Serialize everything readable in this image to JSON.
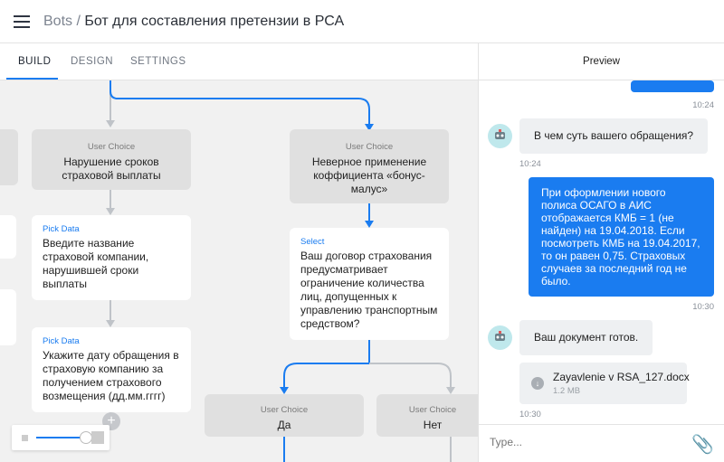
{
  "header": {
    "bots": "Bots",
    "sep": " / ",
    "title": "Бот для составления претензии в РСА"
  },
  "tabs": [
    {
      "label": "BUILD",
      "active": true
    },
    {
      "label": "DESIGN"
    },
    {
      "label": "SETTINGS"
    }
  ],
  "nodes": {
    "uc1": {
      "kind": "User Choice",
      "text": "Нарушение сроков страховой выплаты"
    },
    "uc2": {
      "kind": "User Choice",
      "text": "Неверное применение коффициента «бонус-малус»"
    },
    "pick1": {
      "kind": "Pick Data",
      "text": "Введите название страховой компании, нарушившей сроки выплаты"
    },
    "pick2": {
      "kind": "Pick Data",
      "text": "Укажите дату обращения в страховую компанию за получением страхового возмещения (дд.мм.гггг)"
    },
    "select": {
      "kind": "Select",
      "text": "Ваш договор страхования предусматривает ограничение количества лиц, допущенных к управлению транспортным средством?"
    },
    "yes": {
      "kind": "User Choice",
      "text": "Да"
    },
    "no": {
      "kind": "User Choice",
      "text": "Нет"
    }
  },
  "zoom": {
    "level": 0.85
  },
  "preview": {
    "title": "Preview",
    "messages": [
      {
        "time": "10:24"
      },
      {
        "from": "bot",
        "text": "В чем суть вашего обращения?",
        "time": "10:24"
      },
      {
        "from": "user",
        "text": "При оформлении нового полиса ОСАГО в АИС отображается КМБ = 1 (не найден) на 19.04.2018. Если посмотреть КМБ на 19.04.2017, то он равен 0,75. Страховых случаев за последний год не было.",
        "time": "10:30"
      },
      {
        "from": "bot",
        "text": "Ваш документ готов."
      },
      {
        "file": "Zayavlenie v RSA_127.docx",
        "size": "1.2 MB",
        "time": "10:30"
      }
    ],
    "input_placeholder": "Type..."
  },
  "colors": {
    "accent": "#1a7cf0"
  }
}
